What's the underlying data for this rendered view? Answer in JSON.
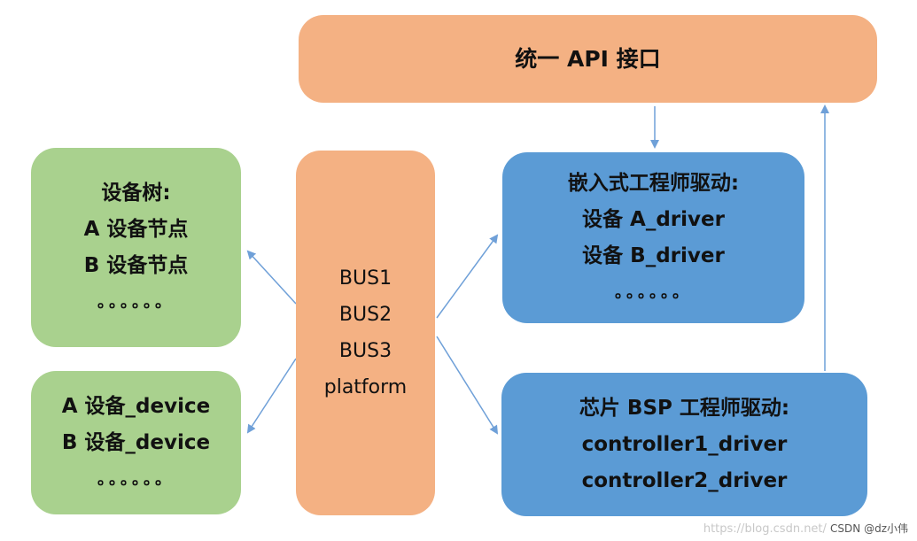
{
  "api_box": {
    "label": "统一 API 接口"
  },
  "bus_box": {
    "lines": [
      "BUS1",
      "BUS2",
      "BUS3",
      "platform"
    ]
  },
  "device_tree_box": {
    "title": "设备树:",
    "lines": [
      "A 设备节点",
      "B 设备节点",
      "。。。。。。"
    ]
  },
  "device_box": {
    "lines": [
      "A 设备_device",
      "B 设备_device",
      "。。。。。。"
    ]
  },
  "embedded_driver_box": {
    "title": "嵌入式工程师驱动:",
    "lines": [
      "设备 A_driver",
      "设备 B_driver",
      "。。。。。。"
    ]
  },
  "bsp_driver_box": {
    "title": "芯片 BSP 工程师驱动:",
    "lines": [
      "controller1_driver",
      "controller2_driver"
    ]
  },
  "watermark": {
    "url": "https://blog.csdn.net/",
    "brand": "CSDN @dz小伟"
  },
  "colors": {
    "orange": "#f4b183",
    "green": "#a9d18e",
    "blue": "#5b9bd5",
    "arrow": "#6fa0d8"
  }
}
